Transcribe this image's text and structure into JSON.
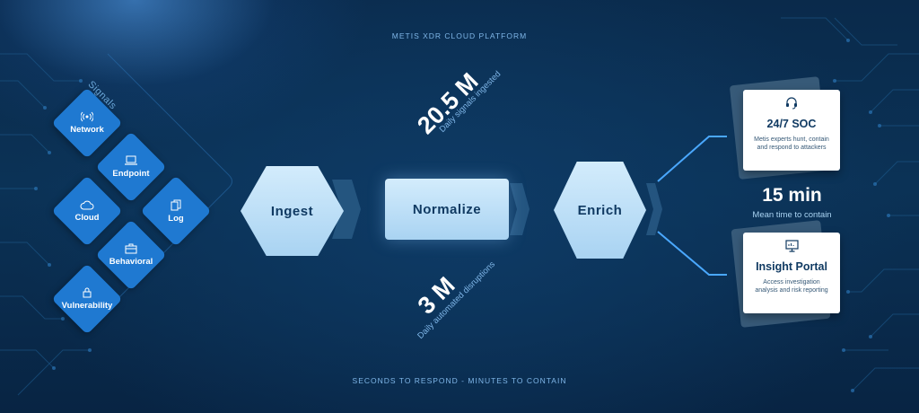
{
  "header": {
    "title": "METIS XDR CLOUD PLATFORM"
  },
  "footer": {
    "tagline": "SECONDS TO RESPOND - MINUTES TO CONTAIN"
  },
  "signals": {
    "label": "Signals",
    "items": [
      {
        "label": "Network",
        "icon": "wireless-icon"
      },
      {
        "label": "Endpoint",
        "icon": "laptop-icon"
      },
      {
        "label": "Cloud",
        "icon": "cloud-icon"
      },
      {
        "label": "Log",
        "icon": "documents-icon"
      },
      {
        "label": "Behavioral",
        "icon": "briefcase-icon"
      },
      {
        "label": "Vulnerability",
        "icon": "lock-icon"
      }
    ]
  },
  "pipeline": {
    "ingest": "Ingest",
    "normalize": "Normalize",
    "enrich": "Enrich"
  },
  "stats": {
    "ingested_value": "20.5 M",
    "ingested_label": "Daily signals ingested",
    "disruptions_value": "3 M",
    "disruptions_label": "Daily automated disruptions"
  },
  "outputs": {
    "soc": {
      "title": "24/7 SOC",
      "desc": "Metis experts hunt, contain and respond to attackers",
      "icon": "headset-icon"
    },
    "mttc_value": "15 min",
    "mttc_label": "Mean time to contain",
    "portal": {
      "title": "Insight Portal",
      "desc": "Access investigation analysis and risk reporting",
      "icon": "monitor-icon"
    }
  },
  "colors": {
    "background": "#0b3256",
    "diamond": "#1f79d1",
    "shape_fill": "#c2e2f8",
    "shape_text": "#103a62",
    "accent_text": "#7fb6e8"
  }
}
